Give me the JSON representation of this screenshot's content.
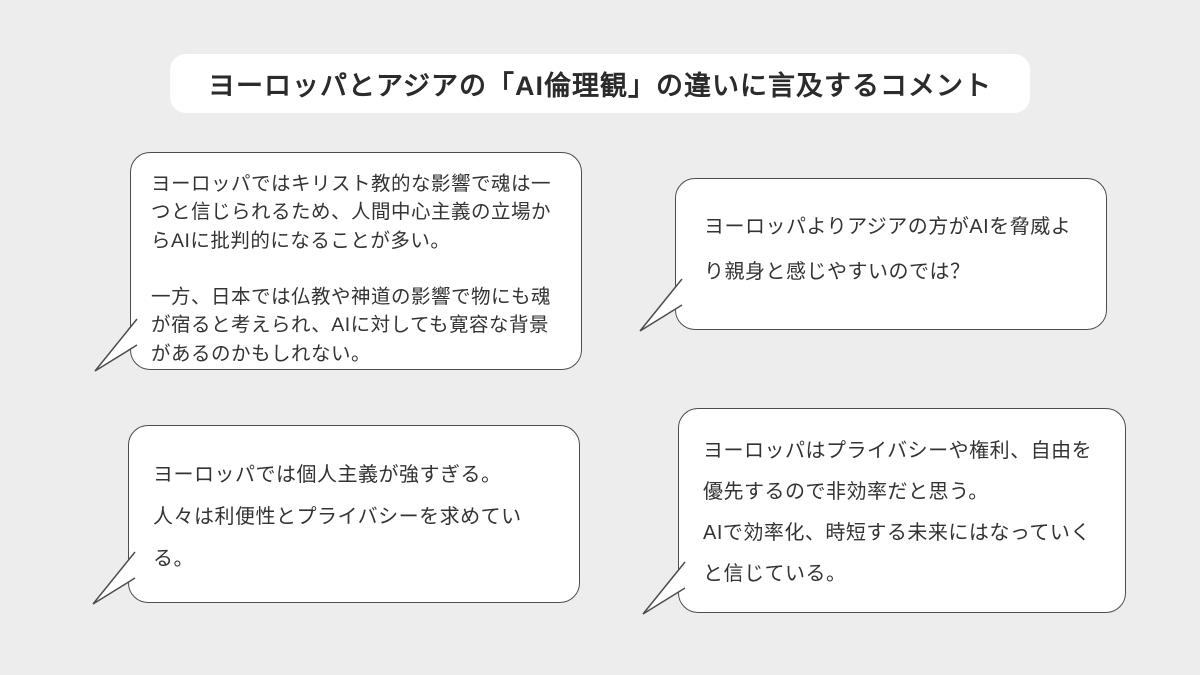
{
  "page": {
    "background_color": "#ededed",
    "bubble_fill_color": "#ffffff",
    "bubble_border_color": "#4d4d4d",
    "text_color": "#333333"
  },
  "title": {
    "label": "ヨーロッパとアジアの「AI倫理観」の違いに言及するコメント"
  },
  "bubbles": [
    {
      "name": "comment-religion-and-souls",
      "text": "ヨーロッパではキリスト教的な影響で魂は一つと信じられるため、人間中心主義の立場からAIに批判的になることが多い。\n\n一方、日本では仏教や神道の影響で物にも魂が宿ると考えられ、AIに対しても寛容な背景があるのかもしれない。"
    },
    {
      "name": "comment-threat-vs-friendly",
      "text": "ヨーロッパよりアジアの方がAIを脅威より親身と感じやすいのでは？"
    },
    {
      "name": "comment-individualism",
      "text": "ヨーロッパでは個人主義が強すぎる。\n人々は利便性とプライバシーを求めている。"
    },
    {
      "name": "comment-efficiency-future",
      "text": "ヨーロッパはプライバシーや権利、自由を優先するので非効率だと思う。\nAIで効率化、時短する未来にはなっていくと信じている。"
    }
  ]
}
